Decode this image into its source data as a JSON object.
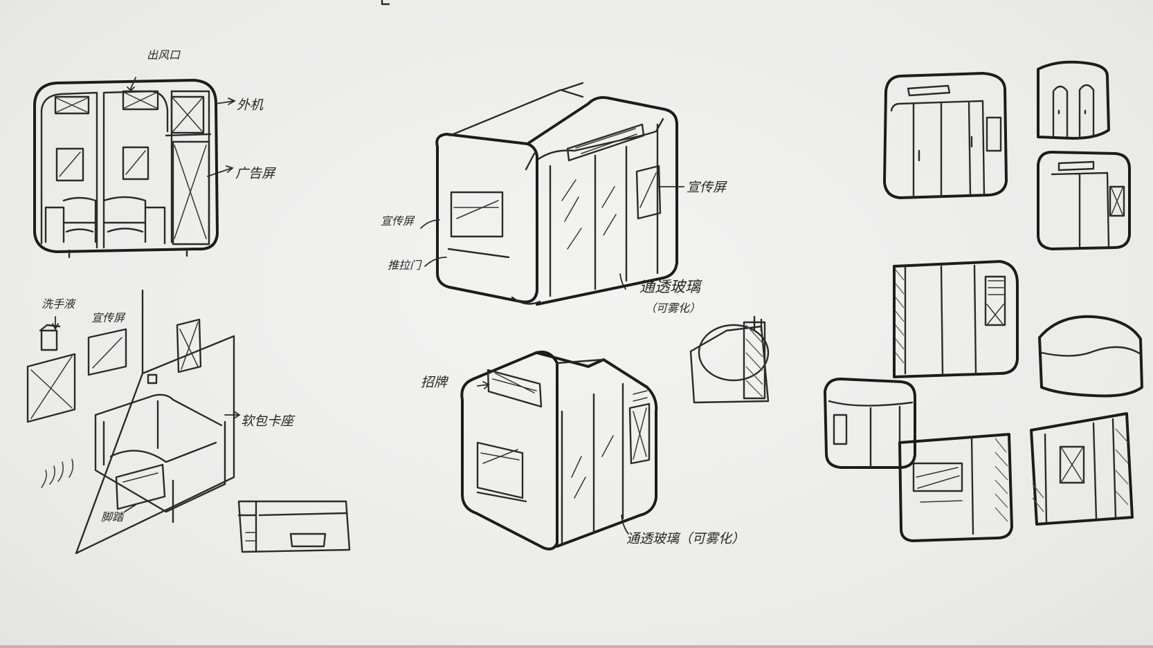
{
  "notes": {
    "air_outlet": "出风口",
    "outdoor_unit": "外机",
    "ad_screen_1": "广告屏",
    "hand_sanitizer": "洗手液",
    "ad_screen_2": "宣传屏",
    "soft_sofa": "软包卡座",
    "footrest": "脚踏",
    "ad_screen_3": "宣传屏",
    "push_handle": "推拉门",
    "ad_screen_4": "宣传屏",
    "glass_1": "通透玻璃",
    "glass_1_note": "（可雾化）",
    "signboard": "招牌",
    "glass_2": "通透玻璃（可雾化）"
  }
}
